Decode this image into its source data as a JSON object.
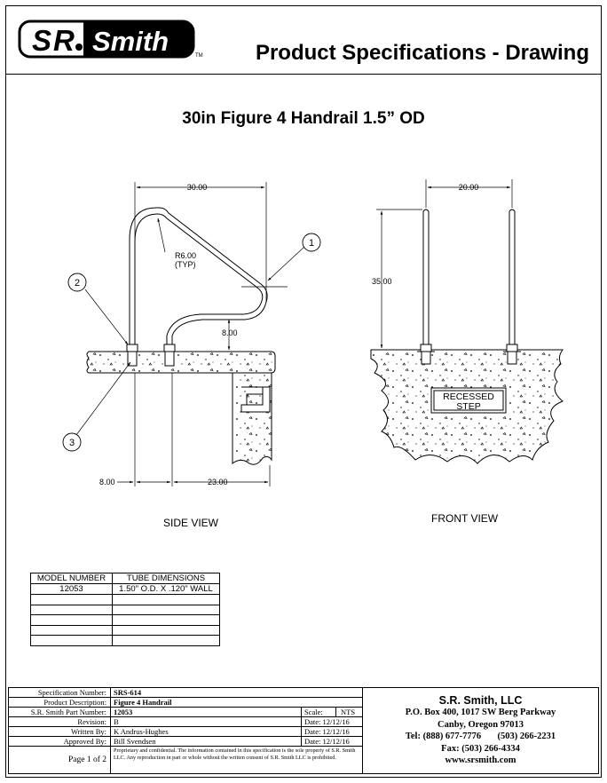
{
  "header": {
    "logo_text": "SR Smith",
    "title": "Product Specifications - Drawing"
  },
  "drawing": {
    "title": "30in Figure 4 Handrail 1.5” OD",
    "side_view": {
      "label": "SIDE VIEW",
      "dim_width": "30.00",
      "dim_radius": "R6.00",
      "dim_radius_note": "(TYP)",
      "dim_height": "8.00",
      "dim_offset": "8.00",
      "dim_base": "23.00",
      "balloons": [
        "1",
        "2",
        "3"
      ]
    },
    "front_view": {
      "label": "FRONT VIEW",
      "dim_width": "20.00",
      "dim_height": "35.00",
      "note_line1": "RECESSED",
      "note_line2": "STEP"
    }
  },
  "spec_table": {
    "headers": [
      "MODEL NUMBER",
      "TUBE DIMENSIONS"
    ],
    "rows": [
      [
        "12053",
        "1.50\" O.D. X .120\" WALL"
      ],
      [
        "",
        ""
      ],
      [
        "",
        ""
      ],
      [
        "",
        ""
      ],
      [
        "",
        ""
      ],
      [
        "",
        ""
      ]
    ]
  },
  "title_block": {
    "spec_number_label": "Specification Number:",
    "spec_number": "SRS-614",
    "product_desc_label": "Product Description:",
    "product_desc": "Figure 4 Handrail",
    "part_number_label": "S.R. Smith Part Number:",
    "part_number": "12053",
    "scale_label": "Scale:",
    "scale": "NTS",
    "revision_label": "Revision:",
    "revision": "B",
    "written_by_label": "Written By:",
    "written_by": "K Andrus-Hughes",
    "approved_by_label": "Approved By:",
    "approved_by": "Bill Svendsen",
    "date_rev": "Date: 12/12/16",
    "date_written": "Date: 12/12/16",
    "date_approved": "Date: 12/12/16",
    "page": "Page 1 of 2",
    "proprietary": "Proprietary and confidential. The information contained in this specification is the sole property of S.R. Smith LLC.  Any reproduction in part or whole without the written consent of S.R. Smith LLC is prohibited.",
    "company": "S.R. Smith, LLC",
    "address1": "P.O. Box 400, 1017 SW Berg Parkway",
    "address2": "Canby, Oregon 97013",
    "phone": "Tel: (888) 677-7776       (503) 266-2231",
    "fax": "Fax: (503) 266-4334",
    "web": "www.srsmith.com"
  }
}
